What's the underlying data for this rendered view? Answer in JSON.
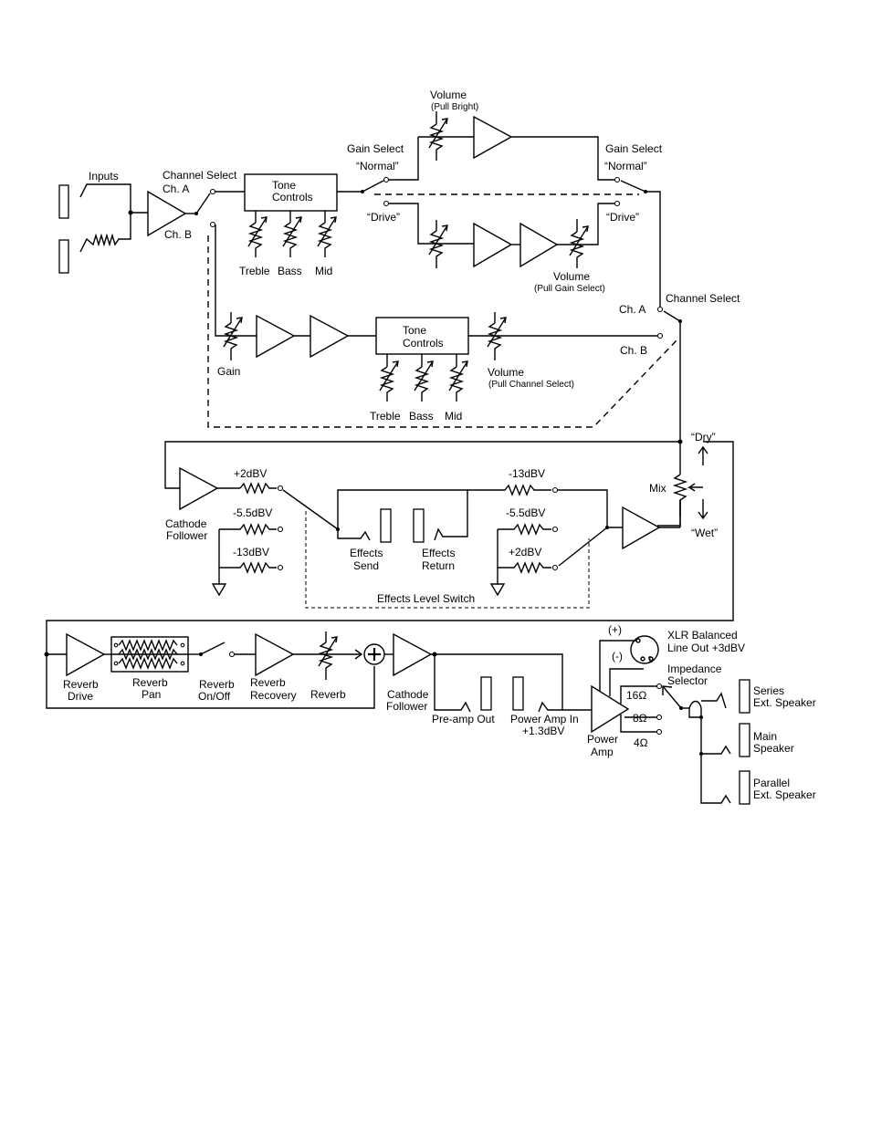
{
  "labels": {
    "inputs": "Inputs",
    "channel_select_top": "Channel Select",
    "ch_a_in": "Ch. A",
    "ch_b_in": "Ch. B",
    "tone_controls_a_1": "Tone",
    "tone_controls_a_2": "Controls",
    "treble_a": "Treble",
    "bass_a": "Bass",
    "mid_a": "Mid",
    "volume_pb_1": "Volume",
    "volume_pb_2": "(Pull Bright)",
    "gain_select_left": "Gain Select",
    "normal_left": "“Normal”",
    "drive_left": "“Drive”",
    "gain_select_right": "Gain Select",
    "normal_right": "“Normal”",
    "drive_right": "“Drive”",
    "volume_pgs_1": "Volume",
    "volume_pgs_2": "(Pull Gain Select)",
    "channel_select_right": "Channel Select",
    "ch_a_out": "Ch. A",
    "ch_b_out": "Ch. B",
    "gain_b": "Gain",
    "tone_controls_b_1": "Tone",
    "tone_controls_b_2": "Controls",
    "treble_b": "Treble",
    "bass_b": "Bass",
    "mid_b": "Mid",
    "volume_pcs_1": "Volume",
    "volume_pcs_2": "(Pull Channel Select)",
    "dry": "“Dry”",
    "wet": "“Wet”",
    "mix": "Mix",
    "cathode_follower_1a": "Cathode",
    "cathode_follower_1b": "Follower",
    "plus2_top": "+2dBV",
    "minus55_left": "-5.5dBV",
    "minus13_left": "-13dBV",
    "effects_send_1": "Effects",
    "effects_send_2": "Send",
    "effects_return_1": "Effects",
    "effects_return_2": "Return",
    "minus13_top": "-13dBV",
    "minus55_right": "-5.5dBV",
    "plus2_right": "+2dBV",
    "effects_level_switch": "Effects Level Switch",
    "reverb_drive_1": "Reverb",
    "reverb_drive_2": "Drive",
    "reverb_pan_1": "Reverb",
    "reverb_pan_2": "Pan",
    "reverb_onoff_1": "Reverb",
    "reverb_onoff_2": "On/Off",
    "reverb_recovery_1": "Reverb",
    "reverb_recovery_2": "Recovery",
    "reverb": "Reverb",
    "cathode_follower_2a": "Cathode",
    "cathode_follower_2b": "Follower",
    "preamp_out": "Pre-amp Out",
    "power_amp_in_1": "Power Amp In",
    "power_amp_in_2": "+1.3dBV",
    "power_amp_1": "Power",
    "power_amp_2": "Amp",
    "plus_sign": "(+)",
    "minus_sign": "(-)",
    "xlr_1": "XLR Balanced",
    "xlr_2": "Line Out +3dBV",
    "impedance_1": "Impedance",
    "impedance_2": "Selector",
    "ohm16": "16Ω",
    "ohm8": "8Ω",
    "ohm4": "4Ω",
    "series_1": "Series",
    "series_2": "Ext. Speaker",
    "main_1": "Main",
    "main_2": "Speaker",
    "parallel_1": "Parallel",
    "parallel_2": "Ext. Speaker"
  }
}
